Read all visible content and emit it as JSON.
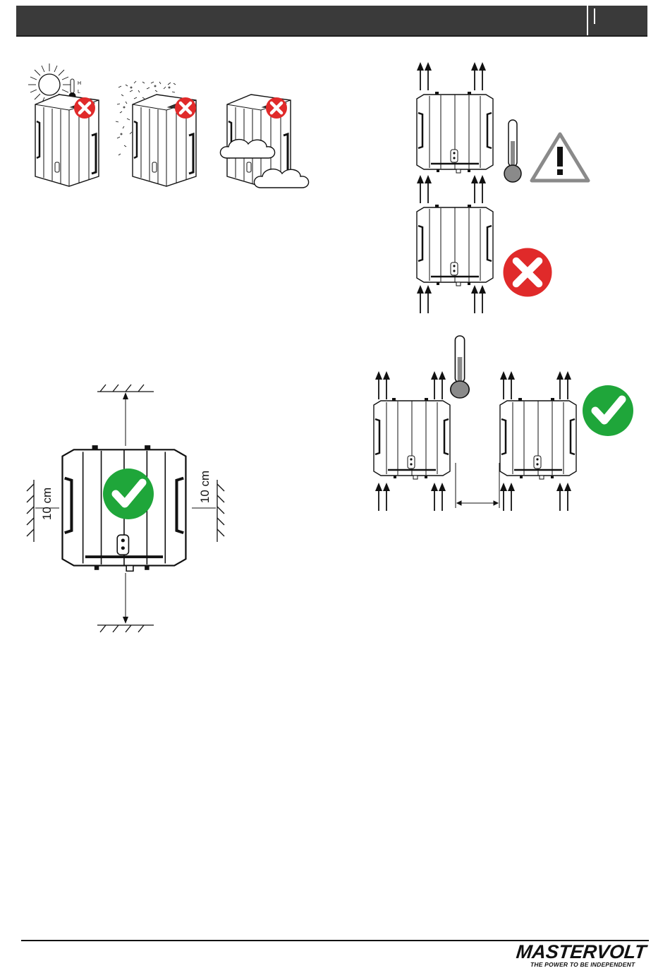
{
  "header": {
    "title": ""
  },
  "figures": {
    "environment": {
      "thermometer_high": "H",
      "thermometer_low": "L"
    },
    "clearance": {
      "left_clearance": "10 cm",
      "right_clearance": "10 cm"
    }
  },
  "footer": {
    "brand": "MASTERVOLT",
    "tagline": "THE POWER TO BE INDEPENDENT"
  },
  "colors": {
    "header_bar": "#3a3a3a",
    "cross_red": "#e02a2a",
    "check_green": "#1fa63a",
    "thermometer_gray": "#8a8a8a"
  },
  "icons": [
    "sun-icon",
    "thermometer-icon",
    "dust-icon",
    "cloud-icon",
    "cross-icon",
    "check-icon",
    "warning-triangle-icon",
    "airflow-arrow-icon"
  ]
}
